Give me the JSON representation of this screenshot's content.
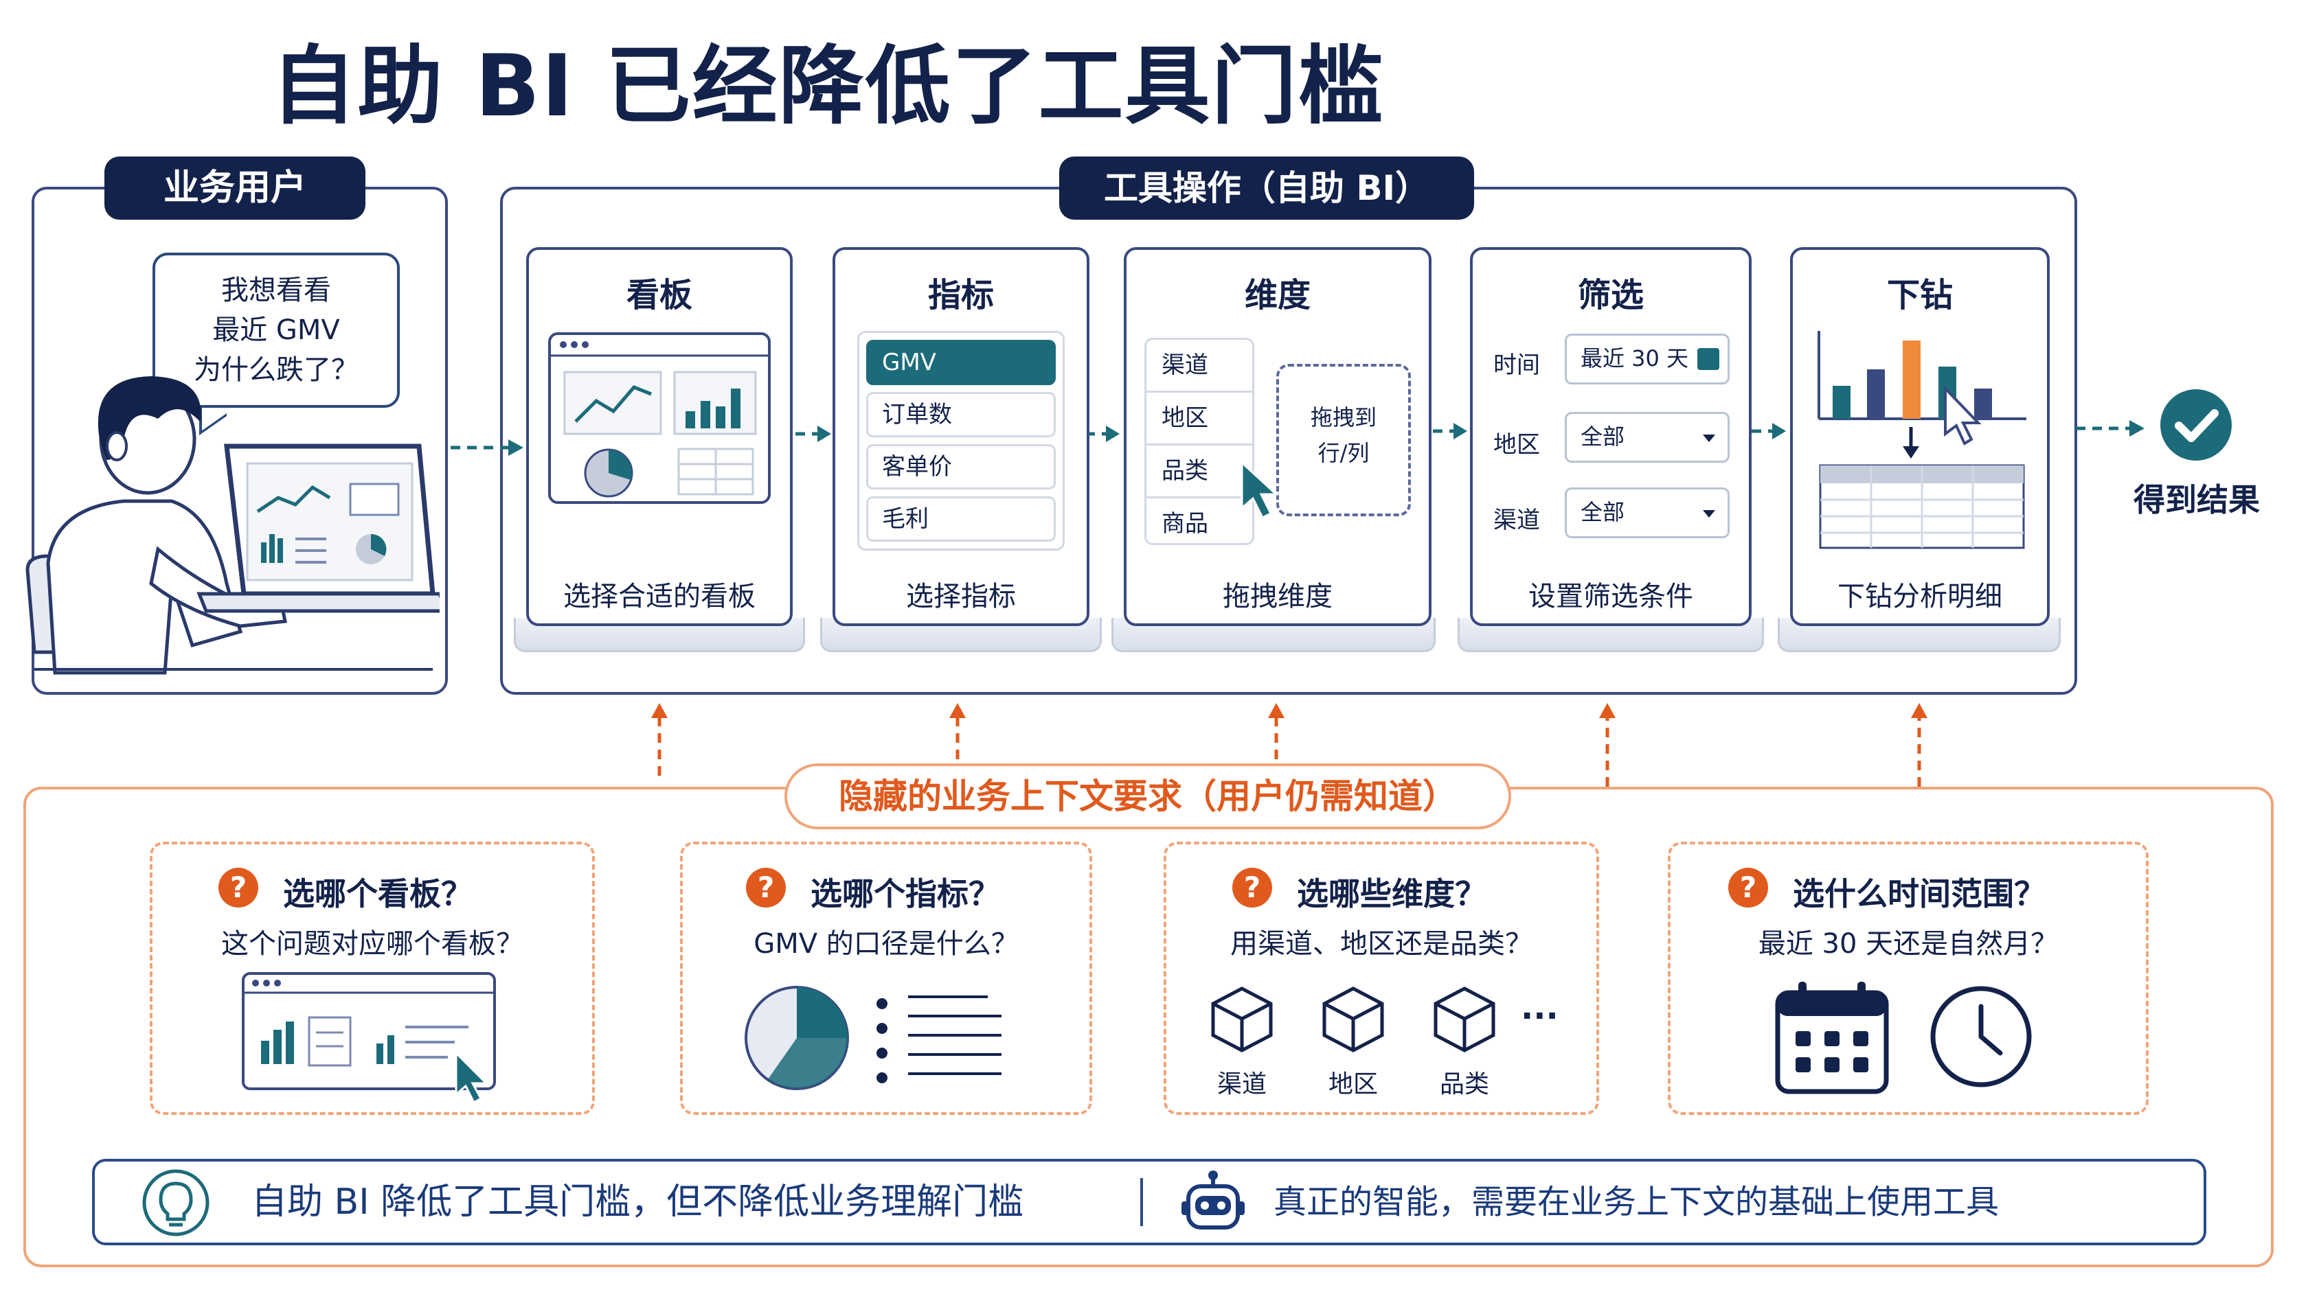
{
  "title": "自助 BI 已经降低了工具门槛",
  "user_panel": {
    "label": "业务用户",
    "bubble_lines": [
      "我想看看",
      "最近 GMV",
      "为什么跌了？"
    ]
  },
  "tool_panel": {
    "label": "工具操作（自助 BI）",
    "steps": [
      {
        "title": "看板",
        "caption": "选择合适的看板"
      },
      {
        "title": "指标",
        "caption": "选择指标",
        "items": [
          "GMV",
          "订单数",
          "客单价",
          "毛利"
        ]
      },
      {
        "title": "维度",
        "caption": "拖拽维度",
        "items": [
          "渠道",
          "地区",
          "品类",
          "商品"
        ],
        "drop_zone": [
          "拖拽到",
          "行/列"
        ]
      },
      {
        "title": "筛选",
        "caption": "设置筛选条件",
        "filters": [
          {
            "label": "时间",
            "value": "最近 30 天"
          },
          {
            "label": "地区",
            "value": "全部"
          },
          {
            "label": "渠道",
            "value": "全部"
          }
        ]
      },
      {
        "title": "下钻",
        "caption": "下钻分析明细"
      }
    ],
    "result_label": "得到结果"
  },
  "context": {
    "label": "隐藏的业务上下文要求（用户仍需知道）",
    "questions": [
      {
        "title": "选哪个看板？",
        "sub": "这个问题对应哪个看板？"
      },
      {
        "title": "选哪个指标？",
        "sub": "GMV 的口径是什么？"
      },
      {
        "title": "选哪些维度？",
        "sub": "用渠道、地区还是品类？",
        "dims": [
          "渠道",
          "地区",
          "品类"
        ],
        "more": "···"
      },
      {
        "title": "选什么时间范围？",
        "sub": "最近 30 天还是自然月？"
      }
    ]
  },
  "bottom": {
    "left_text": "自助 BI 降低了工具门槛，但不降低业务理解门槛",
    "right_text": "真正的智能，需要在业务上下文的基础上使用工具"
  },
  "colors": {
    "navy": "#13224a",
    "teal": "#1c6b7a",
    "orange": "#e05a1e",
    "orange_light": "#f0a57a",
    "bar_orange": "#f08a3a"
  }
}
